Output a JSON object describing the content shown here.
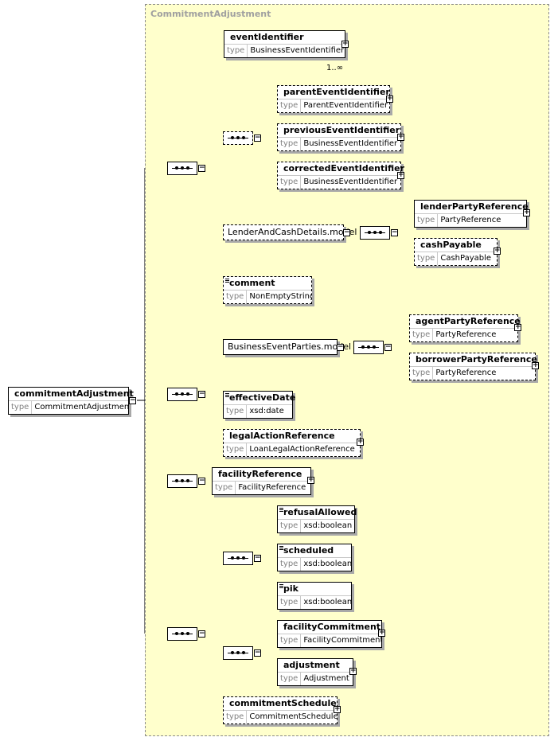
{
  "container": {
    "title": "CommitmentAdjustment"
  },
  "root": {
    "name": "commitmentAdjustment",
    "type_label": "type",
    "type": "CommitmentAdjustment"
  },
  "elements": {
    "eventIdentifier": {
      "name": "eventIdentifier",
      "type": "BusinessEventIdentifier",
      "cardinality": "1..∞"
    },
    "parentEventIdentifier": {
      "name": "parentEventIdentifier",
      "type": "ParentEventIdentifier"
    },
    "previousEventIdentifier": {
      "name": "previousEventIdentifier",
      "type": "BusinessEventIdentifier"
    },
    "correctedEventIdentifier": {
      "name": "correctedEventIdentifier",
      "type": "BusinessEventIdentifier"
    },
    "lenderAndCashDetailsModel": {
      "name": "LenderAndCashDetails.model"
    },
    "lenderPartyReference": {
      "name": "lenderPartyReference",
      "type": "PartyReference"
    },
    "cashPayable": {
      "name": "cashPayable",
      "type": "CashPayable"
    },
    "comment": {
      "name": "comment",
      "type": "NonEmptyString"
    },
    "businessEventPartiesModel": {
      "name": "BusinessEventParties.model"
    },
    "agentPartyReference": {
      "name": "agentPartyReference",
      "type": "PartyReference"
    },
    "borrowerPartyReference": {
      "name": "borrowerPartyReference",
      "type": "PartyReference"
    },
    "effectiveDate": {
      "name": "effectiveDate",
      "type": "xsd:date"
    },
    "legalActionReference": {
      "name": "legalActionReference",
      "type": "LoanLegalActionReference"
    },
    "facilityReference": {
      "name": "facilityReference",
      "type": "FacilityReference"
    },
    "refusalAllowed": {
      "name": "refusalAllowed",
      "type": "xsd:boolean"
    },
    "scheduled": {
      "name": "scheduled",
      "type": "xsd:boolean"
    },
    "pik": {
      "name": "pik",
      "type": "xsd:boolean"
    },
    "facilityCommitment": {
      "name": "facilityCommitment",
      "type": "FacilityCommitment"
    },
    "adjustment": {
      "name": "adjustment",
      "type": "Adjustment"
    },
    "commitmentSchedule": {
      "name": "commitmentSchedule",
      "type": "CommitmentSchedule"
    }
  },
  "type_label": "type",
  "colors": {
    "container_bg": "#ffffcc",
    "container_border": "#8a8a8a",
    "shadow": "#a8a8a8"
  }
}
